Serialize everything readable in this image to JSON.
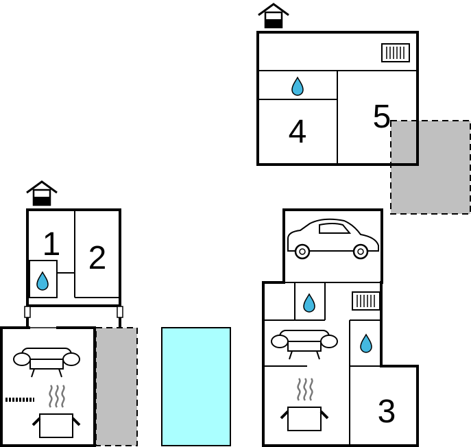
{
  "rooms": [
    "1",
    "2",
    "3",
    "4",
    "5"
  ],
  "colors": {
    "pool": "#aaffff",
    "terrace": "#c0c0c0",
    "water_drop": "#44b8e0",
    "wall": "#000000"
  },
  "icons": [
    "house-entrance-icon",
    "water-drop-icon",
    "radiator-icon",
    "sofa-icon",
    "cooking-pot-icon",
    "car-icon",
    "heater-icon"
  ]
}
